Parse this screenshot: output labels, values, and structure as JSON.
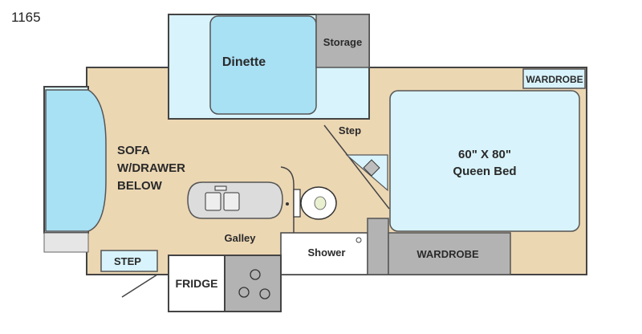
{
  "model_number": "1165",
  "labels": {
    "dinette": "Dinette",
    "storage": "Storage",
    "wardrobe_top": "WARDROBE",
    "sofa_line1": "SOFA",
    "sofa_line2": "W/DRAWER",
    "sofa_line3": "BELOW",
    "step_upper": "Step",
    "bed_size": "60\" X 80\"",
    "bed_name": "Queen Bed",
    "galley": "Galley",
    "shower": "Shower",
    "wardrobe_bottom": "WARDROBE",
    "step_lower": "STEP",
    "fridge": "FRIDGE"
  },
  "colors": {
    "floor": "#ECD7B3",
    "cushion_blue": "#A8E0F4",
    "light_blue": "#D8F3FB",
    "storage_gray": "#B3B3B3",
    "outline": "#444444"
  }
}
